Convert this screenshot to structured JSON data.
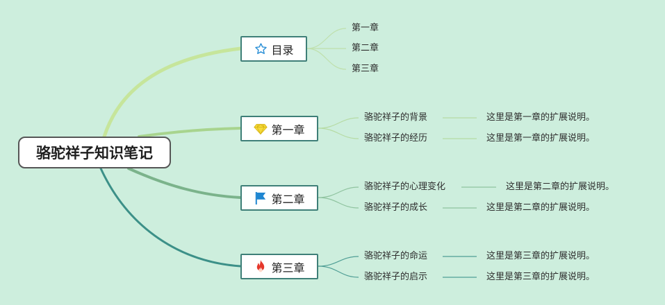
{
  "root": {
    "title": "骆驼祥子知识笔记"
  },
  "toc": {
    "label": "目录",
    "icon": "star-icon",
    "items": [
      "第一章",
      "第二章",
      "第三章"
    ]
  },
  "chapters": [
    {
      "label": "第一章",
      "icon": "diamond-icon",
      "items": [
        {
          "topic": "骆驼祥子的背景",
          "note": "这里是第一章的扩展说明。"
        },
        {
          "topic": "骆驼祥子的经历",
          "note": "这里是第一章的扩展说明。"
        }
      ]
    },
    {
      "label": "第二章",
      "icon": "flag-icon",
      "items": [
        {
          "topic": "骆驼祥子的心理变化",
          "note": "这里是第二章的扩展说明。"
        },
        {
          "topic": "骆驼祥子的成长",
          "note": "这里是第二章的扩展说明。"
        }
      ]
    },
    {
      "label": "第三章",
      "icon": "fire-icon",
      "items": [
        {
          "topic": "骆驼祥子的命运",
          "note": "这里是第三章的扩展说明。"
        },
        {
          "topic": "骆驼祥子的启示",
          "note": "这里是第三章的扩展说明。"
        }
      ]
    }
  ],
  "colors": {
    "background": "#cdeedd",
    "branch_toc": "#c6e59b",
    "branch_1": "#a8d48e",
    "branch_2": "#7bb38b",
    "branch_3": "#3c9088",
    "star": "#2a8fd6",
    "diamond": "#f2d531",
    "flag": "#1f86d1",
    "fire": "#e5372b"
  }
}
